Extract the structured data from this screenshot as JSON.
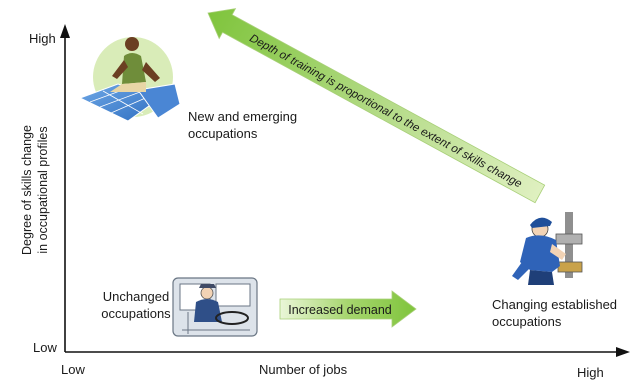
{
  "axes": {
    "y_label_line1": "Degree of skills change",
    "y_label_line2": "in occupational profiles",
    "y_high": "High",
    "y_low": "Low",
    "x_label": "Number of jobs",
    "x_low": "Low",
    "x_high": "High"
  },
  "quadrants": {
    "new_emerging": "New and emerging occupations",
    "unchanged": "Unchanged occupations",
    "changing_established": "Changing established occupations"
  },
  "arrows": {
    "diagonal_text": "Depth of training is proportional to the extent of skills change",
    "horizontal_text": "Increased demand"
  },
  "illustrations": {
    "top_left": "solar-panel-worker-icon",
    "bottom_left": "driver-icon",
    "bottom_right": "mechanic-icon"
  },
  "colors": {
    "arrow_green": "#7fc43c",
    "arrow_gradient_light": "#dff0c0",
    "axis": "#111111"
  }
}
